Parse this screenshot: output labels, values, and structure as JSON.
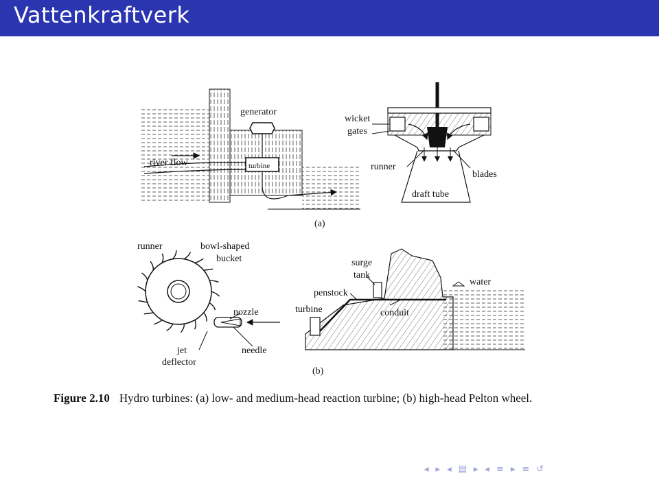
{
  "slide": {
    "title": "Vattenkraftverk"
  },
  "figure": {
    "part_a": {
      "labels": {
        "generator": "generator",
        "river_flow": "river flow",
        "turbine": "turbine",
        "wicket_gates_1": "wicket",
        "wicket_gates_2": "gates",
        "runner": "runner",
        "blades": "blades",
        "draft_tube": "draft tube"
      },
      "caption": "(a)"
    },
    "part_b": {
      "labels": {
        "runner": "runner",
        "bucket_1": "bowl-shaped",
        "bucket_2": "bucket",
        "nozzle": "nozzle",
        "jet_deflector_1": "jet",
        "jet_deflector_2": "deflector",
        "needle": "needle",
        "surge_tank_1": "surge",
        "surge_tank_2": "tank",
        "penstock": "penstock",
        "water": "water",
        "turbine": "turbine",
        "conduit": "conduit"
      },
      "caption": "(b)"
    }
  },
  "caption": {
    "label": "Figure 2.10",
    "text": "Hydro turbines: (a) low- and medium-head reaction turbine; (b) high-head Pelton wheel."
  },
  "navigation": {
    "icons": [
      "nav-prev-frame-icon",
      "nav-next-frame-icon",
      "nav-prev-subsection-icon",
      "nav-next-subsection-icon",
      "nav-prev-section-icon",
      "nav-next-section-icon",
      "nav-align-icon",
      "nav-search-icon"
    ]
  }
}
